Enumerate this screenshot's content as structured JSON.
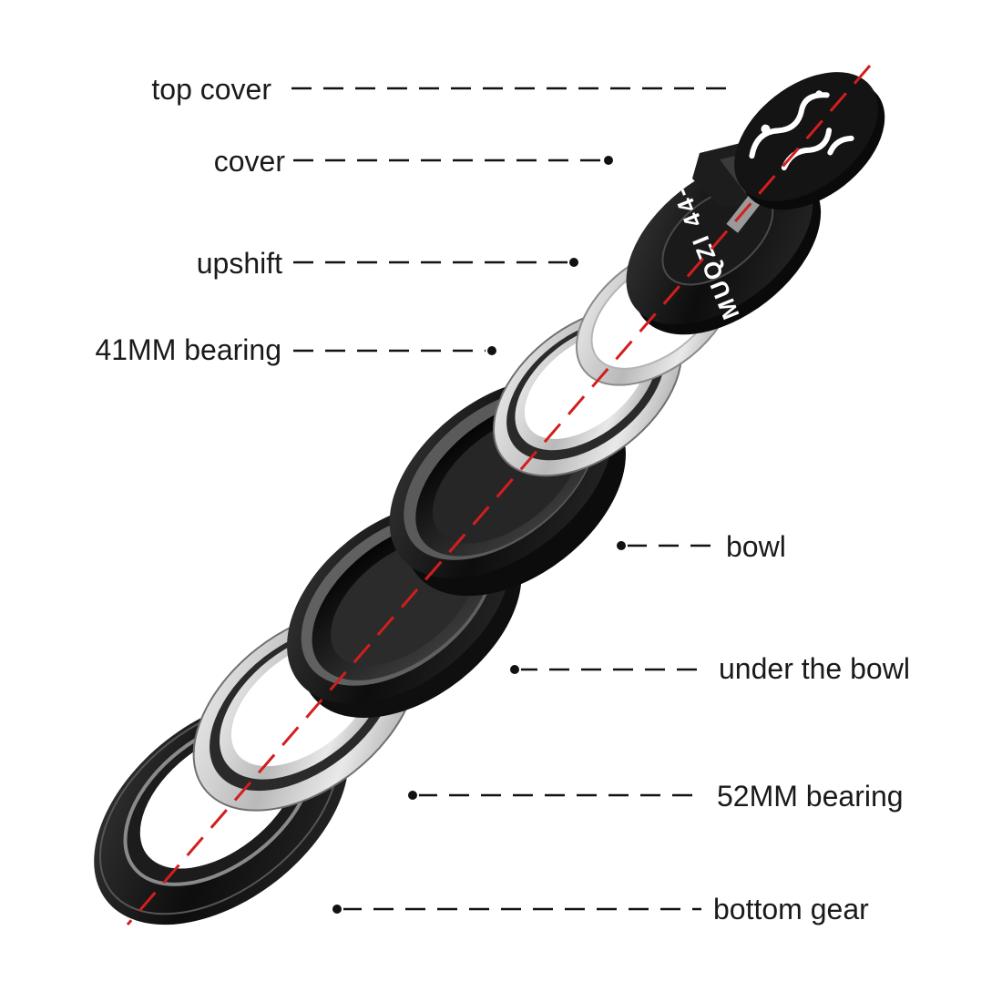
{
  "brand": {
    "text": "MUQZI 44-56"
  },
  "labels": [
    {
      "id": "top_cover",
      "text": "top cover"
    },
    {
      "id": "cover",
      "text": "cover"
    },
    {
      "id": "upshift",
      "text": "upshift"
    },
    {
      "id": "bearing_41",
      "text": "41MM bearing"
    },
    {
      "id": "bowl",
      "text": "bowl"
    },
    {
      "id": "under_bowl",
      "text": "under the bowl"
    },
    {
      "id": "bearing_52",
      "text": "52MM bearing"
    },
    {
      "id": "bottom_gear",
      "text": "bottom gear"
    }
  ],
  "colors": {
    "axis": "#d21e1e",
    "black_part": "#111111",
    "silver_part": "#c8c8c8",
    "text": "#1a1a1a"
  }
}
